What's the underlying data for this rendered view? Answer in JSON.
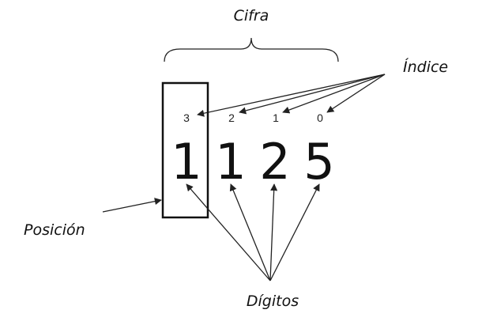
{
  "labels": {
    "cifra": "Cifra",
    "indice": "Índice",
    "posicion": "Posición",
    "digitos": "Dígitos"
  },
  "indices": [
    "3",
    "2",
    "1",
    "0"
  ],
  "digits": [
    "1",
    "1",
    "2",
    "5"
  ]
}
